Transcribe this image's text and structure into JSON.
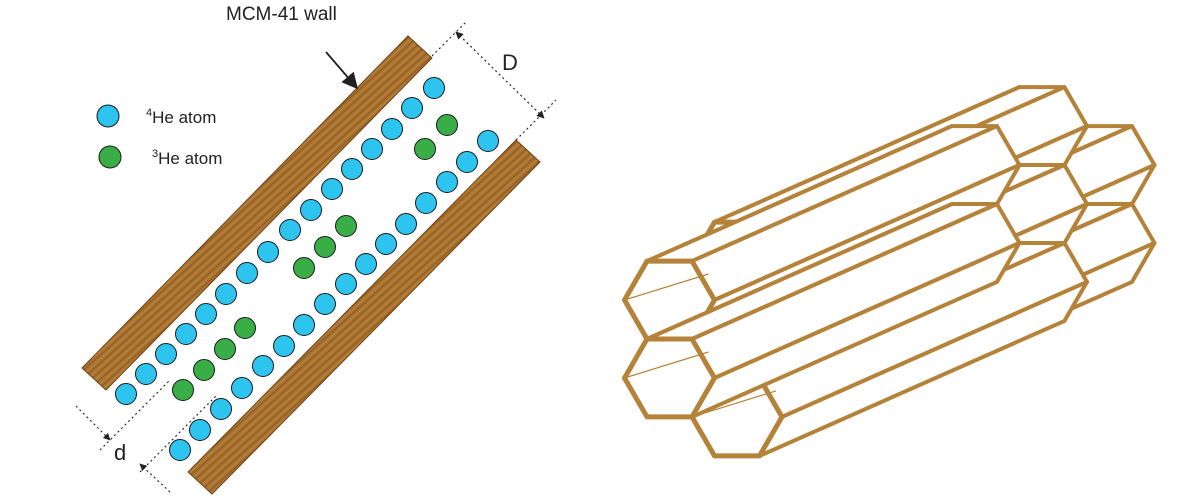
{
  "labels": {
    "wall": "MCM-41 wall",
    "pore_diameter": "D",
    "atom_spacing": "d"
  },
  "legend": [
    {
      "isotope": "4",
      "text": "He atom",
      "color": "#2ec4f0"
    },
    {
      "isotope": "3",
      "text": "He atom",
      "color": "#3aae46"
    }
  ],
  "colors": {
    "wall_fill": "#a9722f",
    "wall_grain": "#7c4f1d",
    "he4": "#2ec4f0",
    "he3": "#3aae46",
    "honeycomb": "#b5823a"
  }
}
